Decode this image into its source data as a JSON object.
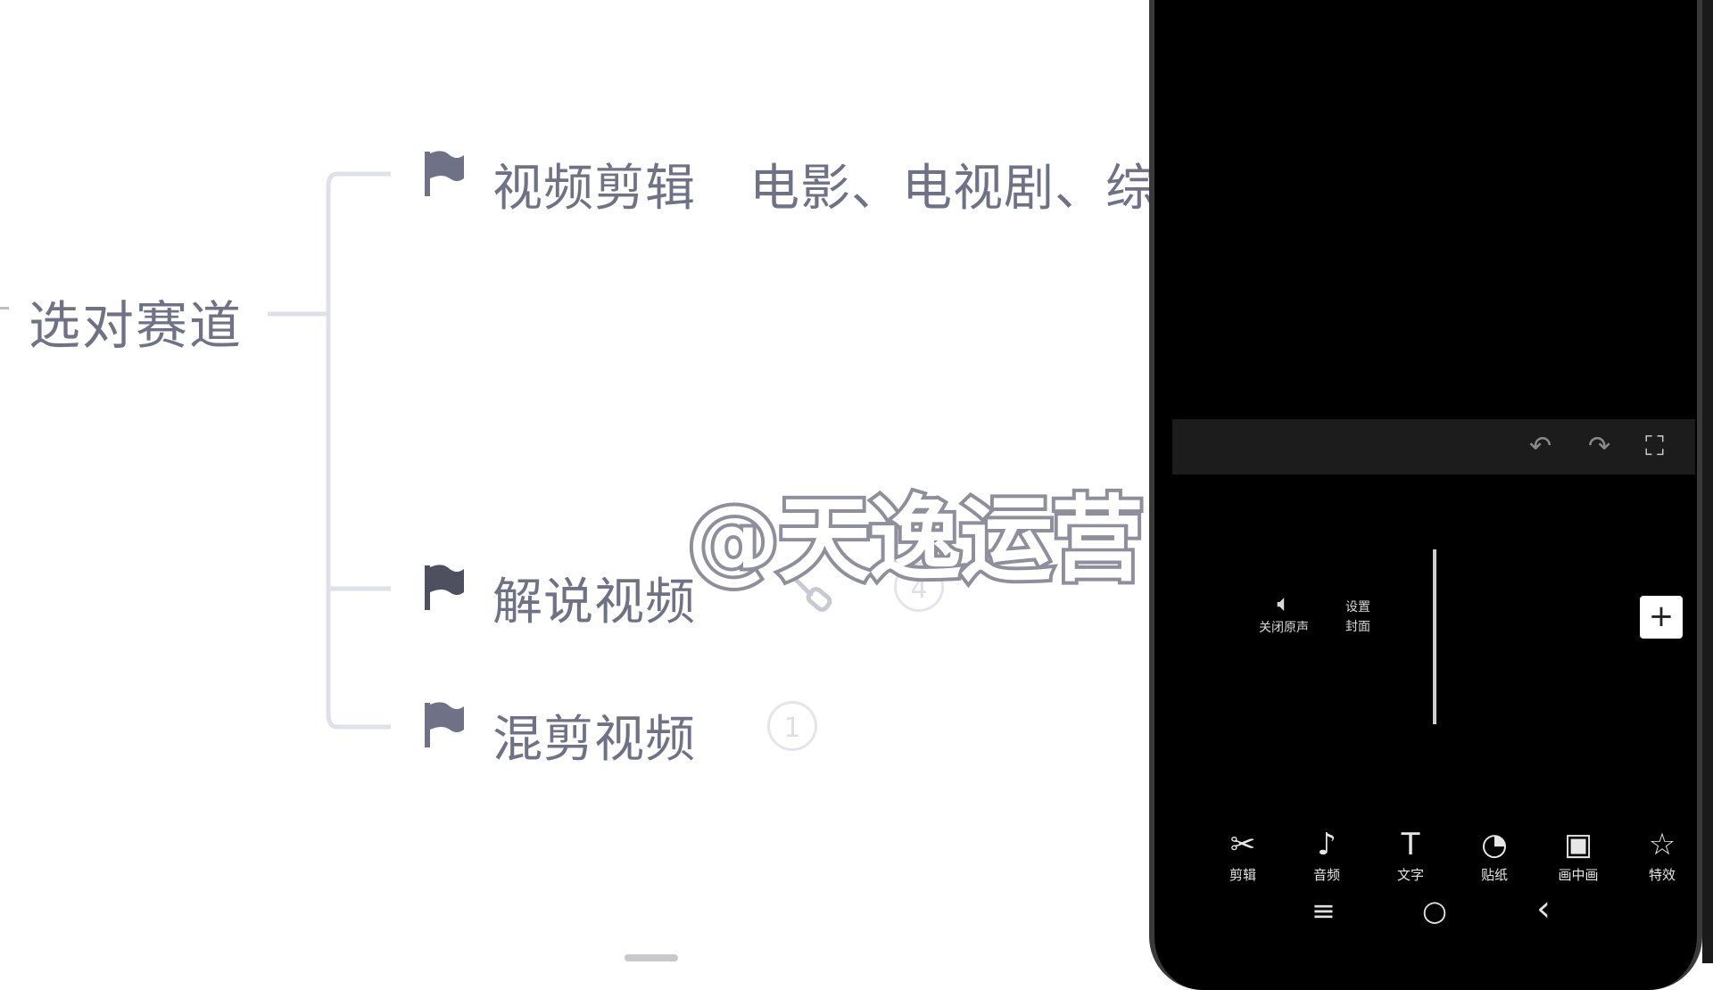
{
  "mindmap": {
    "root": "选对赛道",
    "nodes": [
      {
        "label": "视频剪辑",
        "detail": "电影、电视剧、综"
      },
      {
        "label": "解说视频",
        "badge": "4"
      },
      {
        "label": "混剪视频",
        "badge": "1"
      }
    ]
  },
  "watermark": "@天逸运营",
  "editor": {
    "toolbar_icons": [
      "undo-icon",
      "redo-icon",
      "fullscreen-icon"
    ],
    "controls": [
      {
        "label": "关闭原声",
        "icon": "speaker-icon"
      },
      {
        "label": "设置\n封面",
        "icon": ""
      }
    ],
    "add_label": "+",
    "tools": [
      {
        "label": "剪辑",
        "icon": "scissors-icon",
        "glyph": "✂"
      },
      {
        "label": "音频",
        "icon": "music-note-icon",
        "glyph": "♪"
      },
      {
        "label": "文字",
        "icon": "text-icon",
        "glyph": "T"
      },
      {
        "label": "贴纸",
        "icon": "sticker-icon",
        "glyph": "◔"
      },
      {
        "label": "画中画",
        "icon": "picture-in-picture-icon",
        "glyph": "▣"
      },
      {
        "label": "特效",
        "icon": "effects-star-icon",
        "glyph": "☆"
      }
    ],
    "nav_buttons": [
      "≡",
      "○",
      "‹"
    ]
  },
  "colors": {
    "node_text": "#6f7287",
    "connector": "#dfe0ea",
    "flag": "#6f7287",
    "phone_bg": "#000000"
  }
}
